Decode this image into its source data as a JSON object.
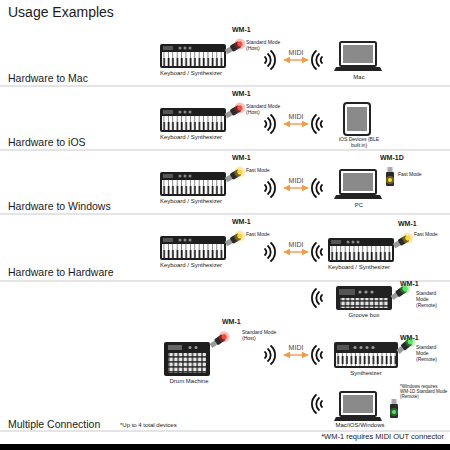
{
  "diagram": {
    "title": "Usage Examples",
    "nodes": [
      {
        "text": [
          "Keyboard / Synthesizer"
        ]
      },
      {
        "text": [
          "WM-1",
          "Standard Mode (Host)"
        ]
      },
      {
        "text": [
          "Mac"
        ]
      },
      {
        "text": [
          "Keyboard / Synthesizer"
        ]
      },
      {
        "text": [
          "WM-1",
          "Standard Mode (Host)"
        ]
      },
      {
        "text": [
          "iOS Devices (BLE built in)"
        ]
      },
      {
        "text": [
          "Keyboard / Synthesizer"
        ]
      },
      {
        "text": [
          "WM-1",
          "Fast Mode"
        ]
      },
      {
        "text": [
          "PC"
        ]
      },
      {
        "text": [
          "WM-1D",
          "Fast Mode"
        ]
      },
      {
        "text": [
          "Keyboard / Synthesizer"
        ]
      },
      {
        "text": [
          "WM-1",
          "Fast Mode"
        ]
      },
      {
        "text": [
          "Keyboard / Synthesizer"
        ]
      },
      {
        "text": [
          "WM-1",
          "Fast Mode"
        ]
      },
      {
        "text": [
          "Drum Machine"
        ]
      },
      {
        "text": [
          "WM-1",
          "Standard Mode (Host)"
        ]
      },
      {
        "text": [
          "Groove box"
        ]
      },
      {
        "text": [
          "WM-1",
          "Standard Mode (Remote)"
        ]
      },
      {
        "text": [
          "Synthesizer"
        ]
      },
      {
        "text": [
          "WM-1",
          "Standard Mode (Remote)"
        ]
      },
      {
        "text": [
          "Mac/iOS/Windows"
        ]
      },
      {
        "text": [
          "*Windows requires WM-1D Standard Mode (Remote)"
        ]
      }
    ],
    "edges": [
      {
        "from": 1,
        "to": 2,
        "label": "MIDI",
        "arrow": "both"
      },
      {
        "from": 4,
        "to": 5,
        "label": "MIDI",
        "arrow": "both"
      },
      {
        "from": 7,
        "to": 8,
        "label": "MIDI",
        "arrow": "both"
      },
      {
        "from": 11,
        "to": 12,
        "label": "MIDI",
        "arrow": "both"
      },
      {
        "from": 15,
        "to": 18,
        "label": "MIDI",
        "arrow": "both"
      }
    ],
    "labels": [
      "Hardware to Mac",
      "Hardware to iOS",
      "Hardware to Windows",
      "Hardware to Hardware",
      "Multiple Connection",
      "*Up to 4 total devices",
      "*WM-1 requires MIDI OUT connector"
    ]
  }
}
